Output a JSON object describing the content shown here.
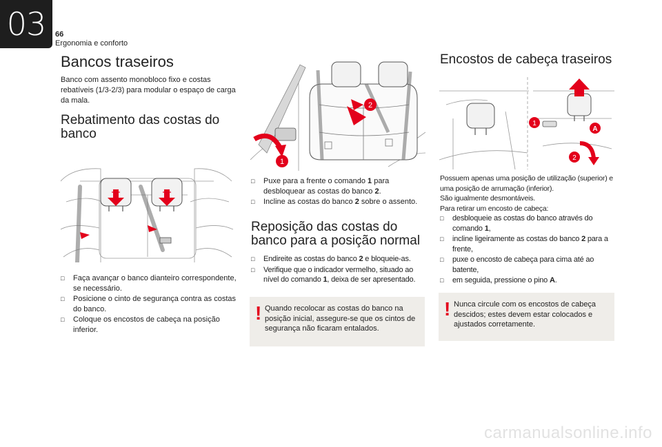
{
  "header": {
    "chapter": "03",
    "page_number": "66",
    "section": "Ergonomia e conforto"
  },
  "col1": {
    "title": "Bancos traseiros",
    "intro": "Banco com assento monobloco fixo e costas rebatíveis (1/3-2/3) para modular o espaço de carga da mala.",
    "subtitle_line1": "Rebatimento das costas do",
    "subtitle_line2": "banco",
    "bullets": [
      "Faça avançar o banco dianteiro correspondente, se necessário.",
      "Posicione o cinto de segurança contra as costas do banco.",
      "Coloque os encostos de cabeça na posição inferior."
    ]
  },
  "col2": {
    "fig_labels": [
      "1",
      "2"
    ],
    "bullets1": [
      {
        "a": "Puxe para a frente o comando ",
        "b": "1",
        "c": " para desbloquear as costas do banco ",
        "d": "2",
        "e": "."
      },
      {
        "a": "Incline as costas do banco ",
        "b": "2",
        "c": " sobre o assento.",
        "d": "",
        "e": ""
      }
    ],
    "title_line1": "Reposição das costas do",
    "title_line2": "banco para a posição normal",
    "bullets2": [
      {
        "a": "Endireite as costas do banco ",
        "b": "2",
        "c": " e bloqueie-as."
      },
      {
        "a": "Verifique que o indicador vermelho, situado ao nível do comando ",
        "b": "1",
        "c": ", deixa de ser apresentado."
      }
    ],
    "note": "Quando recolocar as costas do banco na posição inicial, assegure-se que os cintos de segurança não ficaram entalados."
  },
  "col3": {
    "title": "Encostos de cabeça traseiros",
    "fig_labels": [
      "1",
      "A",
      "2"
    ],
    "para1": "Possuem apenas uma posição de utilização (superior) e uma posição de arrumação (inferior).",
    "para2": "São igualmente desmontáveis.",
    "para3": "Para retirar um encosto de cabeça:",
    "bullets": [
      {
        "a": "desbloqueie as costas do banco através do comando ",
        "b": "1",
        "c": ","
      },
      {
        "a": "incline ligeiramente as costas do banco ",
        "b": "2",
        "c": " para a frente,"
      },
      {
        "a": "puxe o encosto de cabeça para cima até ao batente,",
        "b": "",
        "c": ""
      },
      {
        "a": "em seguida, pressione o pino ",
        "b": "A",
        "c": "."
      }
    ],
    "note": "Nunca circule com os encostos de cabeça descidos; estes devem estar colocados e ajustados corretamente."
  },
  "bullet_icon": "arrow-bullet-icon",
  "warning_icon": "exclamation-icon",
  "colors": {
    "accent_red": "#e3001b",
    "note_bg": "#efede9",
    "tab_bg": "#1e1e1e"
  },
  "watermark": "carmanualsonline.info"
}
